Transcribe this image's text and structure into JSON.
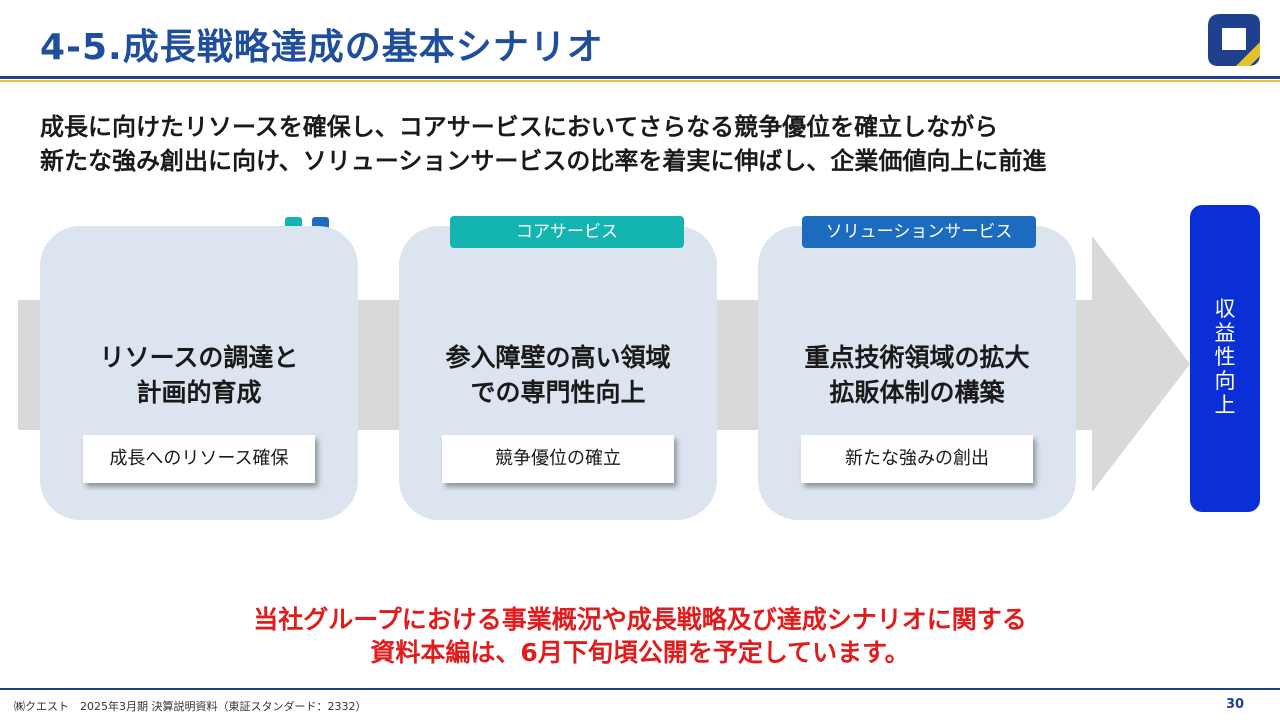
{
  "header": {
    "title": "4-5.成長戦略達成の基本シナリオ"
  },
  "lead": {
    "line1": "成長に向けたリソースを確保し、コアサービスにおいてさらなる競争優位を確立しながら",
    "line2": "新たな強み創出に向け、ソリューションサービスの比率を着実に伸ばし、企業価値向上に前進"
  },
  "tags": {
    "core": "コアサービス",
    "solution": "ソリューションサービス"
  },
  "steps": [
    {
      "line1": "リソースの調達と",
      "line2": "計画的育成",
      "sub": "成長へのリソース確保"
    },
    {
      "line1": "参入障壁の高い領域",
      "line2": "での専門性向上",
      "sub": "競争優位の確立"
    },
    {
      "line1": "重点技術領域の拡大",
      "line2": "拡販体制の構築",
      "sub": "新たな強みの創出"
    }
  ],
  "result": {
    "chars": [
      "収",
      "益",
      "性",
      "向",
      "上"
    ]
  },
  "notice": {
    "line1": "当社グループにおける事業概況や成長戦略及び達成シナリオに関する",
    "line2": "資料本編は、6月下旬頃公開を予定しています。"
  },
  "footer": {
    "text": "㈱クエスト　2025年3月期 決算説明資料（東証スタンダード：2332）",
    "page": "30"
  },
  "colors": {
    "title": "#1f4e9c",
    "teal": "#14b5b0",
    "blue": "#1c6bbf",
    "result": "#0a2fd6",
    "notice": "#e01c1c",
    "card": "#dce4ef"
  }
}
